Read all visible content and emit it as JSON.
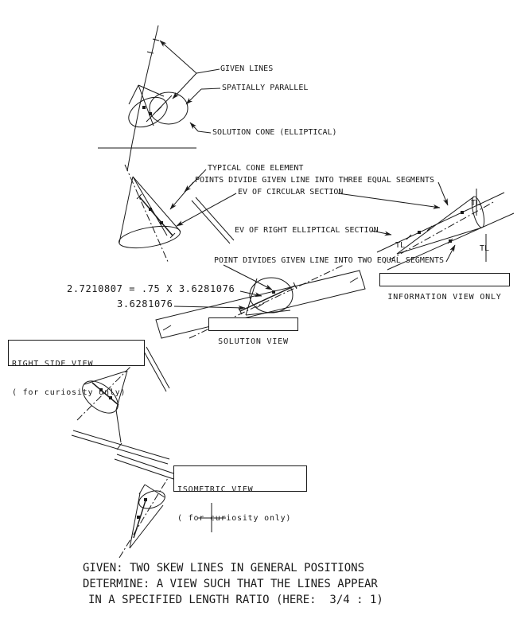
{
  "annotations": {
    "given_lines": "GIVEN LINES",
    "spatially_parallel": "SPATIALLY PARALLEL",
    "solution_cone": "SOLUTION CONE (ELLIPTICAL)",
    "typical_cone_element": "TYPICAL CONE ELEMENT",
    "points_divide_three": "POINTS DIVIDE GIVEN LINE INTO THREE EQUAL SEGMENTS",
    "ev_circular_section": "EV OF CIRCULAR SECTION",
    "ev_right_elliptical_section": "EV OF RIGHT ELLIPTICAL SECTION",
    "point_divides_two": "POINT DIVIDES GIVEN LINE INTO TWO EQUAL SEGMENTS",
    "tl": "TL"
  },
  "dimensions": {
    "equation": "2.7210807 = .75 X 3.6281076",
    "full_length": "3.6281076"
  },
  "view_boxes": {
    "information_view": {
      "title": "INFORMATION VIEW ONLY"
    },
    "solution_view": {
      "title": "SOLUTION VIEW"
    },
    "right_side_view": {
      "title": "RIGHT SIDE VIEW",
      "subtitle": "( for curiosity only)"
    },
    "isometric_view": {
      "title": "ISOMETRIC VIEW",
      "subtitle": "( for curiosity only)"
    }
  },
  "problem_statement": {
    "line1": "GIVEN: TWO SKEW LINES IN GENERAL POSITIONS",
    "line2": "DETERMINE: A VIEW SUCH THAT THE LINES APPEAR",
    "line3": "IN A SPECIFIED LENGTH RATIO (HERE:  3/4 : 1)"
  },
  "colors": {
    "ink": "#1a1a1a",
    "background": "#ffffff"
  }
}
